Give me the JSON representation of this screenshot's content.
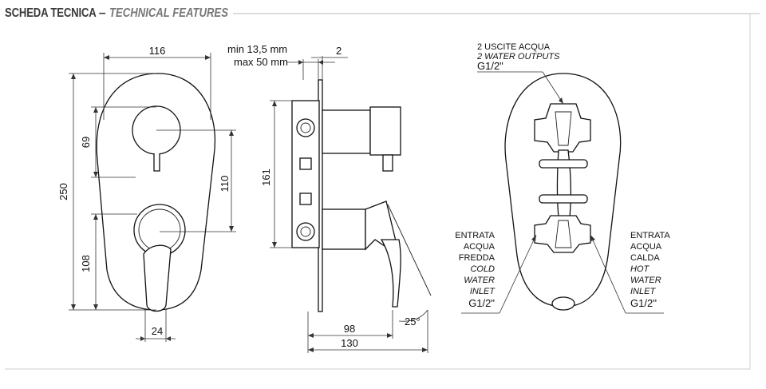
{
  "header": {
    "title": "SCHEDA TECNICA",
    "separator": "–",
    "subtitle": "TECHNICAL FEATURES"
  },
  "front_view": {
    "dim_width": "116",
    "dim_height": "250",
    "dim_upper": "69",
    "dim_between": "110",
    "dim_lower": "108",
    "dim_lever": "24"
  },
  "side_view": {
    "dim_min": "min 13,5 mm",
    "dim_max": "max 50 mm",
    "dim_plate": "2",
    "dim_height": "161",
    "dim_depth1": "98",
    "dim_depth2": "130",
    "dim_angle": "25°"
  },
  "back_view": {
    "outputs_it": "2 USCITE ACQUA",
    "outputs_en": "2 WATER OUTPUTS",
    "outputs_size": "G1/2\"",
    "cold": [
      "ENTRATA",
      "ACQUA",
      "FREDDA"
    ],
    "cold_en": [
      "COLD",
      "WATER",
      "INLET"
    ],
    "cold_size": "G1/2\"",
    "hot": [
      "ENTRATA",
      "ACQUA",
      "CALDA"
    ],
    "hot_en": [
      "HOT",
      "WATER",
      "INLET"
    ],
    "hot_size": "G1/2''"
  }
}
